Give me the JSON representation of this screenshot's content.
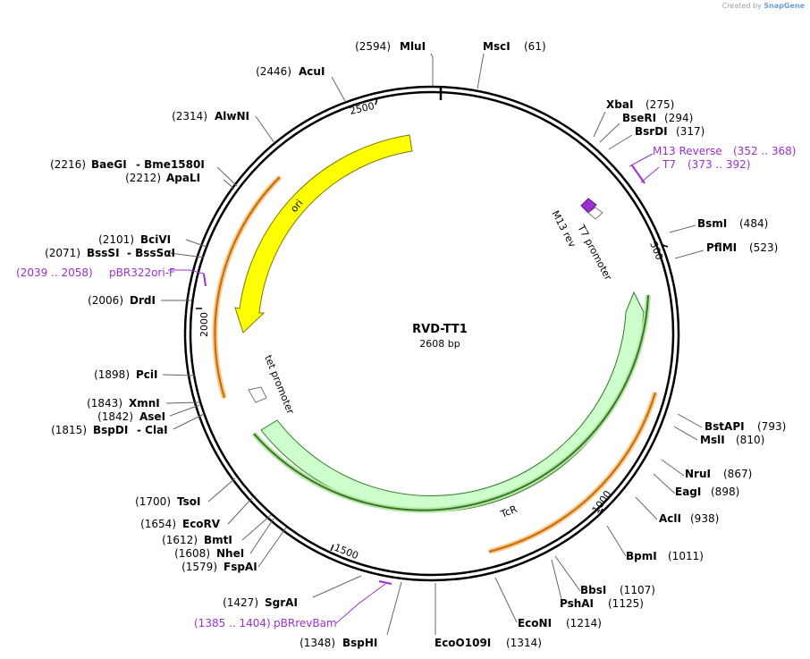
{
  "credit": {
    "prefix": "Created by",
    "brand": "SnapGene"
  },
  "plasmid": {
    "name": "RVD-TT1",
    "length_label": "2608 bp"
  },
  "ticks": [
    "500",
    "1000",
    "1500",
    "2000",
    "2500"
  ],
  "colors": {
    "enzyme_text": "#000000",
    "primer": "#9b30d0",
    "ori": "#ffff00",
    "tcr": "#ccffcc",
    "tcr_strand": "#2f7a1f",
    "orange": "#f0a040"
  },
  "enzymes": {
    "mlui": {
      "pos": "(2594)",
      "name": "MluI"
    },
    "msci": {
      "name": "MscI",
      "pos": "(61)"
    },
    "acui": {
      "pos": "(2446)",
      "name": "AcuI"
    },
    "alwni": {
      "pos": "(2314)",
      "name": "AlwNI"
    },
    "baegi": {
      "pos": "(2216)",
      "name": "BaeGI",
      "name2": "- Bme1580I"
    },
    "apali": {
      "pos": "(2212)",
      "name": "ApaLI"
    },
    "bcivi": {
      "pos": "(2101)",
      "name": "BciVI"
    },
    "bsssi": {
      "pos": "(2071)",
      "name": "BssSI",
      "name2": "- BssSαI"
    },
    "drdi": {
      "pos": "(2006)",
      "name": "DrdI"
    },
    "pcii": {
      "pos": "(1898)",
      "name": "PciI"
    },
    "xmni": {
      "pos": "(1843)",
      "name": "XmnI"
    },
    "asei": {
      "pos": "(1842)",
      "name": "AseI"
    },
    "bspdi": {
      "pos": "(1815)",
      "name": "BspDI",
      "name2": "- ClaI"
    },
    "tsoi": {
      "pos": "(1700)",
      "name": "TsoI"
    },
    "ecorv": {
      "pos": "(1654)",
      "name": "EcoRV"
    },
    "bmti": {
      "pos": "(1612)",
      "name": "BmtI"
    },
    "nhei": {
      "pos": "(1608)",
      "name": "NheI"
    },
    "fspai": {
      "pos": "(1579)",
      "name": "FspAI"
    },
    "sgrai": {
      "pos": "(1427)",
      "name": "SgrAI"
    },
    "bsphi": {
      "pos": "(1348)",
      "name": "BspHI"
    },
    "ecoo109i": {
      "name": "EcoO109I",
      "pos": "(1314)"
    },
    "xbai": {
      "name": "XbaI",
      "pos": "(275)"
    },
    "bseri": {
      "name": "BseRI",
      "pos": "(294)"
    },
    "bsrdi": {
      "name": "BsrDI",
      "pos": "(317)"
    },
    "bsmi": {
      "name": "BsmI",
      "pos": "(484)"
    },
    "pflmi": {
      "name": "PflMI",
      "pos": "(523)"
    },
    "bstapi": {
      "name": "BstAPI",
      "pos": "(793)"
    },
    "msli": {
      "name": "MslI",
      "pos": "(810)"
    },
    "nrui": {
      "name": "NruI",
      "pos": "(867)"
    },
    "eagi": {
      "name": "EagI",
      "pos": "(898)"
    },
    "acii": {
      "name": "AclI",
      "pos": "(938)"
    },
    "bpmi": {
      "name": "BpmI",
      "pos": "(1011)"
    },
    "bbsi": {
      "name": "BbsI",
      "pos": "(1107)"
    },
    "pshai": {
      "name": "PshAI",
      "pos": "(1125)"
    },
    "econi": {
      "name": "EcoNI",
      "pos": "(1214)"
    }
  },
  "primers": {
    "m13rev": {
      "name": "M13 Reverse",
      "range": "(352 .. 368)"
    },
    "t7": {
      "name": "T7",
      "range": "(373 .. 392)"
    },
    "pbr322": {
      "range": "(2039 .. 2058)",
      "name": "pBR322ori-F"
    },
    "pbrrev": {
      "range": "(1385 .. 1404)",
      "name": "pBRrevBam"
    }
  },
  "features": {
    "ori": "ori",
    "tcr": "TcR",
    "t7_promoter": "T7 promoter",
    "m13_rev": "M13 rev",
    "tet_promoter": "tet promoter"
  }
}
